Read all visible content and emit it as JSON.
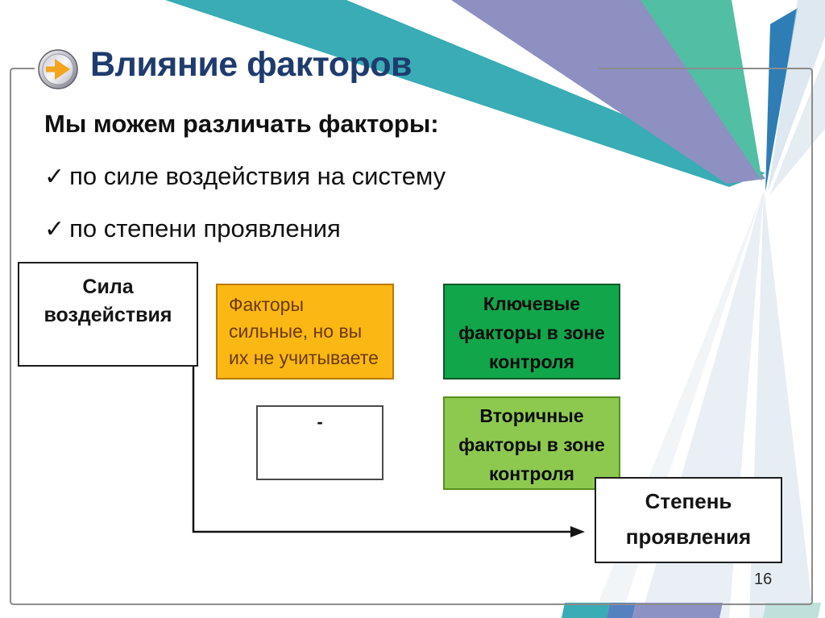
{
  "slide": {
    "title": "Влияние факторов",
    "page_number": "16",
    "title_color": "#1F3B6E"
  },
  "intro": {
    "heading": "Мы можем различать факторы:",
    "bullets": [
      {
        "marker": "✓",
        "text": "по силе воздействия на систему"
      },
      {
        "marker": "✓",
        "text": "по степени проявления"
      }
    ]
  },
  "diagram": {
    "y_axis_box": {
      "lines": [
        "Сила",
        "воздействия"
      ]
    },
    "x_axis_box": {
      "lines": [
        "Степень",
        "проявления"
      ]
    },
    "cells": {
      "strong_ignored": {
        "lines": [
          "Факторы",
          "сильные, но вы",
          "их не учитываете"
        ],
        "bg_color": "#FBB713",
        "text_color": "#6B3A05"
      },
      "key_in_control": {
        "lines": [
          "Ключевые",
          "факторы в зоне",
          "контроля"
        ],
        "bg_color": "#12A64B",
        "text_color": "#0B0B0B"
      },
      "weak_empty": {
        "label": "-",
        "bg_color": "#FFFFFF"
      },
      "secondary_in_control": {
        "lines": [
          "Вторичные",
          "факторы в зоне",
          "контроля"
        ],
        "bg_color": "#8DC94F",
        "text_color": "#0B0B0B"
      }
    }
  },
  "decor": {
    "icon": "right-arrow-in-circle",
    "icon_arrow_color": "#F2A51D",
    "stripe_colors": {
      "teal": "#39ACB5",
      "purple": "#8D90C1",
      "green_teal": "#52BEA4",
      "blue": "#2E7EB5",
      "pale_blue": "#C7D9E8",
      "frame_gray": "#8C8C8C"
    }
  }
}
